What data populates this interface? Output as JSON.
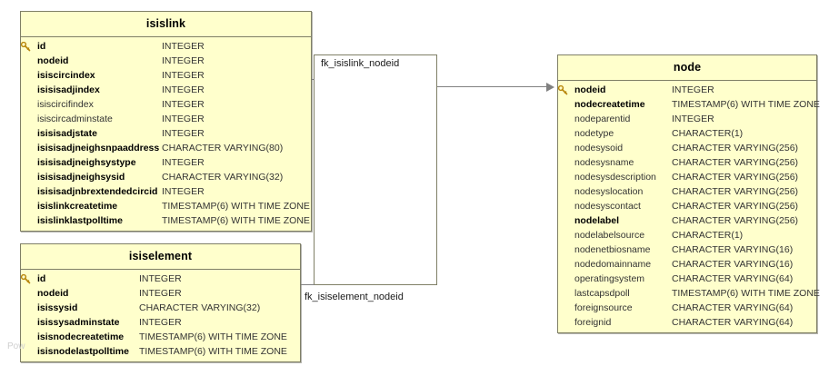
{
  "diagram": {
    "type": "entity-relationship-diagram",
    "background_color": "#ffffff",
    "entity_fill_color": "#ffffcc",
    "entity_border_color": "#7f7f66",
    "connector_color": "#808080",
    "watermark": "Pow"
  },
  "entities": [
    {
      "name": "isislink",
      "columns": [
        {
          "name": "id",
          "type": "INTEGER",
          "pk": true,
          "bold": true
        },
        {
          "name": "nodeid",
          "type": "INTEGER",
          "pk": false,
          "bold": true
        },
        {
          "name": "isiscircindex",
          "type": "INTEGER",
          "pk": false,
          "bold": true
        },
        {
          "name": "isisisadjindex",
          "type": "INTEGER",
          "pk": false,
          "bold": true
        },
        {
          "name": "isiscircifindex",
          "type": "INTEGER",
          "pk": false,
          "bold": false
        },
        {
          "name": "isiscircadminstate",
          "type": "INTEGER",
          "pk": false,
          "bold": false
        },
        {
          "name": "isisisadjstate",
          "type": "INTEGER",
          "pk": false,
          "bold": true
        },
        {
          "name": "isisisadjneighsnpaaddress",
          "type": "CHARACTER VARYING(80)",
          "pk": false,
          "bold": true
        },
        {
          "name": "isisisadjneighsystype",
          "type": "INTEGER",
          "pk": false,
          "bold": true
        },
        {
          "name": "isisisadjneighsysid",
          "type": "CHARACTER VARYING(32)",
          "pk": false,
          "bold": true
        },
        {
          "name": "isisisadjnbrextendedcircid",
          "type": "INTEGER",
          "pk": false,
          "bold": true
        },
        {
          "name": "isislinkcreatetime",
          "type": "TIMESTAMP(6) WITH TIME ZONE",
          "pk": false,
          "bold": true
        },
        {
          "name": "isislinklastpolltime",
          "type": "TIMESTAMP(6) WITH TIME ZONE",
          "pk": false,
          "bold": true
        }
      ]
    },
    {
      "name": "isiselement",
      "columns": [
        {
          "name": "id",
          "type": "INTEGER",
          "pk": true,
          "bold": true
        },
        {
          "name": "nodeid",
          "type": "INTEGER",
          "pk": false,
          "bold": true
        },
        {
          "name": "isissysid",
          "type": "CHARACTER VARYING(32)",
          "pk": false,
          "bold": true
        },
        {
          "name": "isissysadminstate",
          "type": "INTEGER",
          "pk": false,
          "bold": true
        },
        {
          "name": "isisnodecreatetime",
          "type": "TIMESTAMP(6) WITH TIME ZONE",
          "pk": false,
          "bold": true
        },
        {
          "name": "isisnodelastpolltime",
          "type": "TIMESTAMP(6) WITH TIME ZONE",
          "pk": false,
          "bold": true
        }
      ]
    },
    {
      "name": "node",
      "columns": [
        {
          "name": "nodeid",
          "type": "INTEGER",
          "pk": true,
          "bold": true
        },
        {
          "name": "nodecreatetime",
          "type": "TIMESTAMP(6) WITH TIME ZONE",
          "pk": false,
          "bold": true
        },
        {
          "name": "nodeparentid",
          "type": "INTEGER",
          "pk": false,
          "bold": false
        },
        {
          "name": "nodetype",
          "type": "CHARACTER(1)",
          "pk": false,
          "bold": false
        },
        {
          "name": "nodesysoid",
          "type": "CHARACTER VARYING(256)",
          "pk": false,
          "bold": false
        },
        {
          "name": "nodesysname",
          "type": "CHARACTER VARYING(256)",
          "pk": false,
          "bold": false
        },
        {
          "name": "nodesysdescription",
          "type": "CHARACTER VARYING(256)",
          "pk": false,
          "bold": false
        },
        {
          "name": "nodesyslocation",
          "type": "CHARACTER VARYING(256)",
          "pk": false,
          "bold": false
        },
        {
          "name": "nodesyscontact",
          "type": "CHARACTER VARYING(256)",
          "pk": false,
          "bold": false
        },
        {
          "name": "nodelabel",
          "type": "CHARACTER VARYING(256)",
          "pk": false,
          "bold": true
        },
        {
          "name": "nodelabelsource",
          "type": "CHARACTER(1)",
          "pk": false,
          "bold": false
        },
        {
          "name": "nodenetbiosname",
          "type": "CHARACTER VARYING(16)",
          "pk": false,
          "bold": false
        },
        {
          "name": "nodedomainname",
          "type": "CHARACTER VARYING(16)",
          "pk": false,
          "bold": false
        },
        {
          "name": "operatingsystem",
          "type": "CHARACTER VARYING(64)",
          "pk": false,
          "bold": false
        },
        {
          "name": "lastcapsdpoll",
          "type": "TIMESTAMP(6) WITH TIME ZONE",
          "pk": false,
          "bold": false
        },
        {
          "name": "foreignsource",
          "type": "CHARACTER VARYING(64)",
          "pk": false,
          "bold": false
        },
        {
          "name": "foreignid",
          "type": "CHARACTER VARYING(64)",
          "pk": false,
          "bold": false
        }
      ]
    }
  ],
  "relationships": [
    {
      "label": "fk_isislink_nodeid",
      "from": "isislink",
      "to": "node"
    },
    {
      "label": "fk_isiselement_nodeid",
      "from": "isiselement",
      "to": "node"
    }
  ]
}
